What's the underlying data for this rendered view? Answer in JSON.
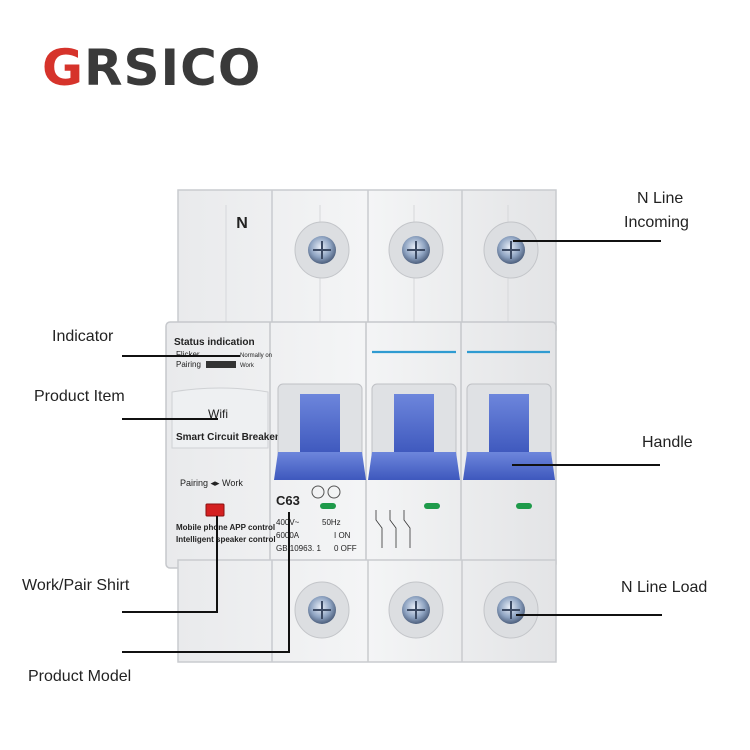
{
  "brand": {
    "first_letter": "G",
    "rest": "RSICO",
    "accent": "#d6332b",
    "text_color": "#3a3a3a"
  },
  "callouts": {
    "n_line_incoming_1": "N Line",
    "n_line_incoming_2": "Incoming",
    "indicator": "Indicator",
    "product_item": "Product Item",
    "handle": "Handle",
    "work_pair_shirt": "Work/Pair Shirt",
    "n_line_load": "N Line Load",
    "product_model": "Product Model"
  },
  "device": {
    "pole_label": "N",
    "status_title": "Status indication",
    "flicker": "Flicker",
    "normally_on": "Normally on",
    "pairing": "Pairing",
    "work": "Work",
    "wifi": "Wifi",
    "product_name": "Smart Circuit Breaker",
    "pairing_work": "Pairing ◂▸ Work",
    "mobile_line": "Mobile phone APP control",
    "speaker_line": "Intelligent speaker control",
    "model": "C63",
    "voltage": "400V~",
    "frequency": "50Hz",
    "capacity": "6000A",
    "on": "I ON",
    "standard": "GB 10963. 1",
    "off": "0 OFF",
    "handle_color": "#4a66c9",
    "indicator_color": "#1e9a4a",
    "button_color": "#d42020"
  }
}
